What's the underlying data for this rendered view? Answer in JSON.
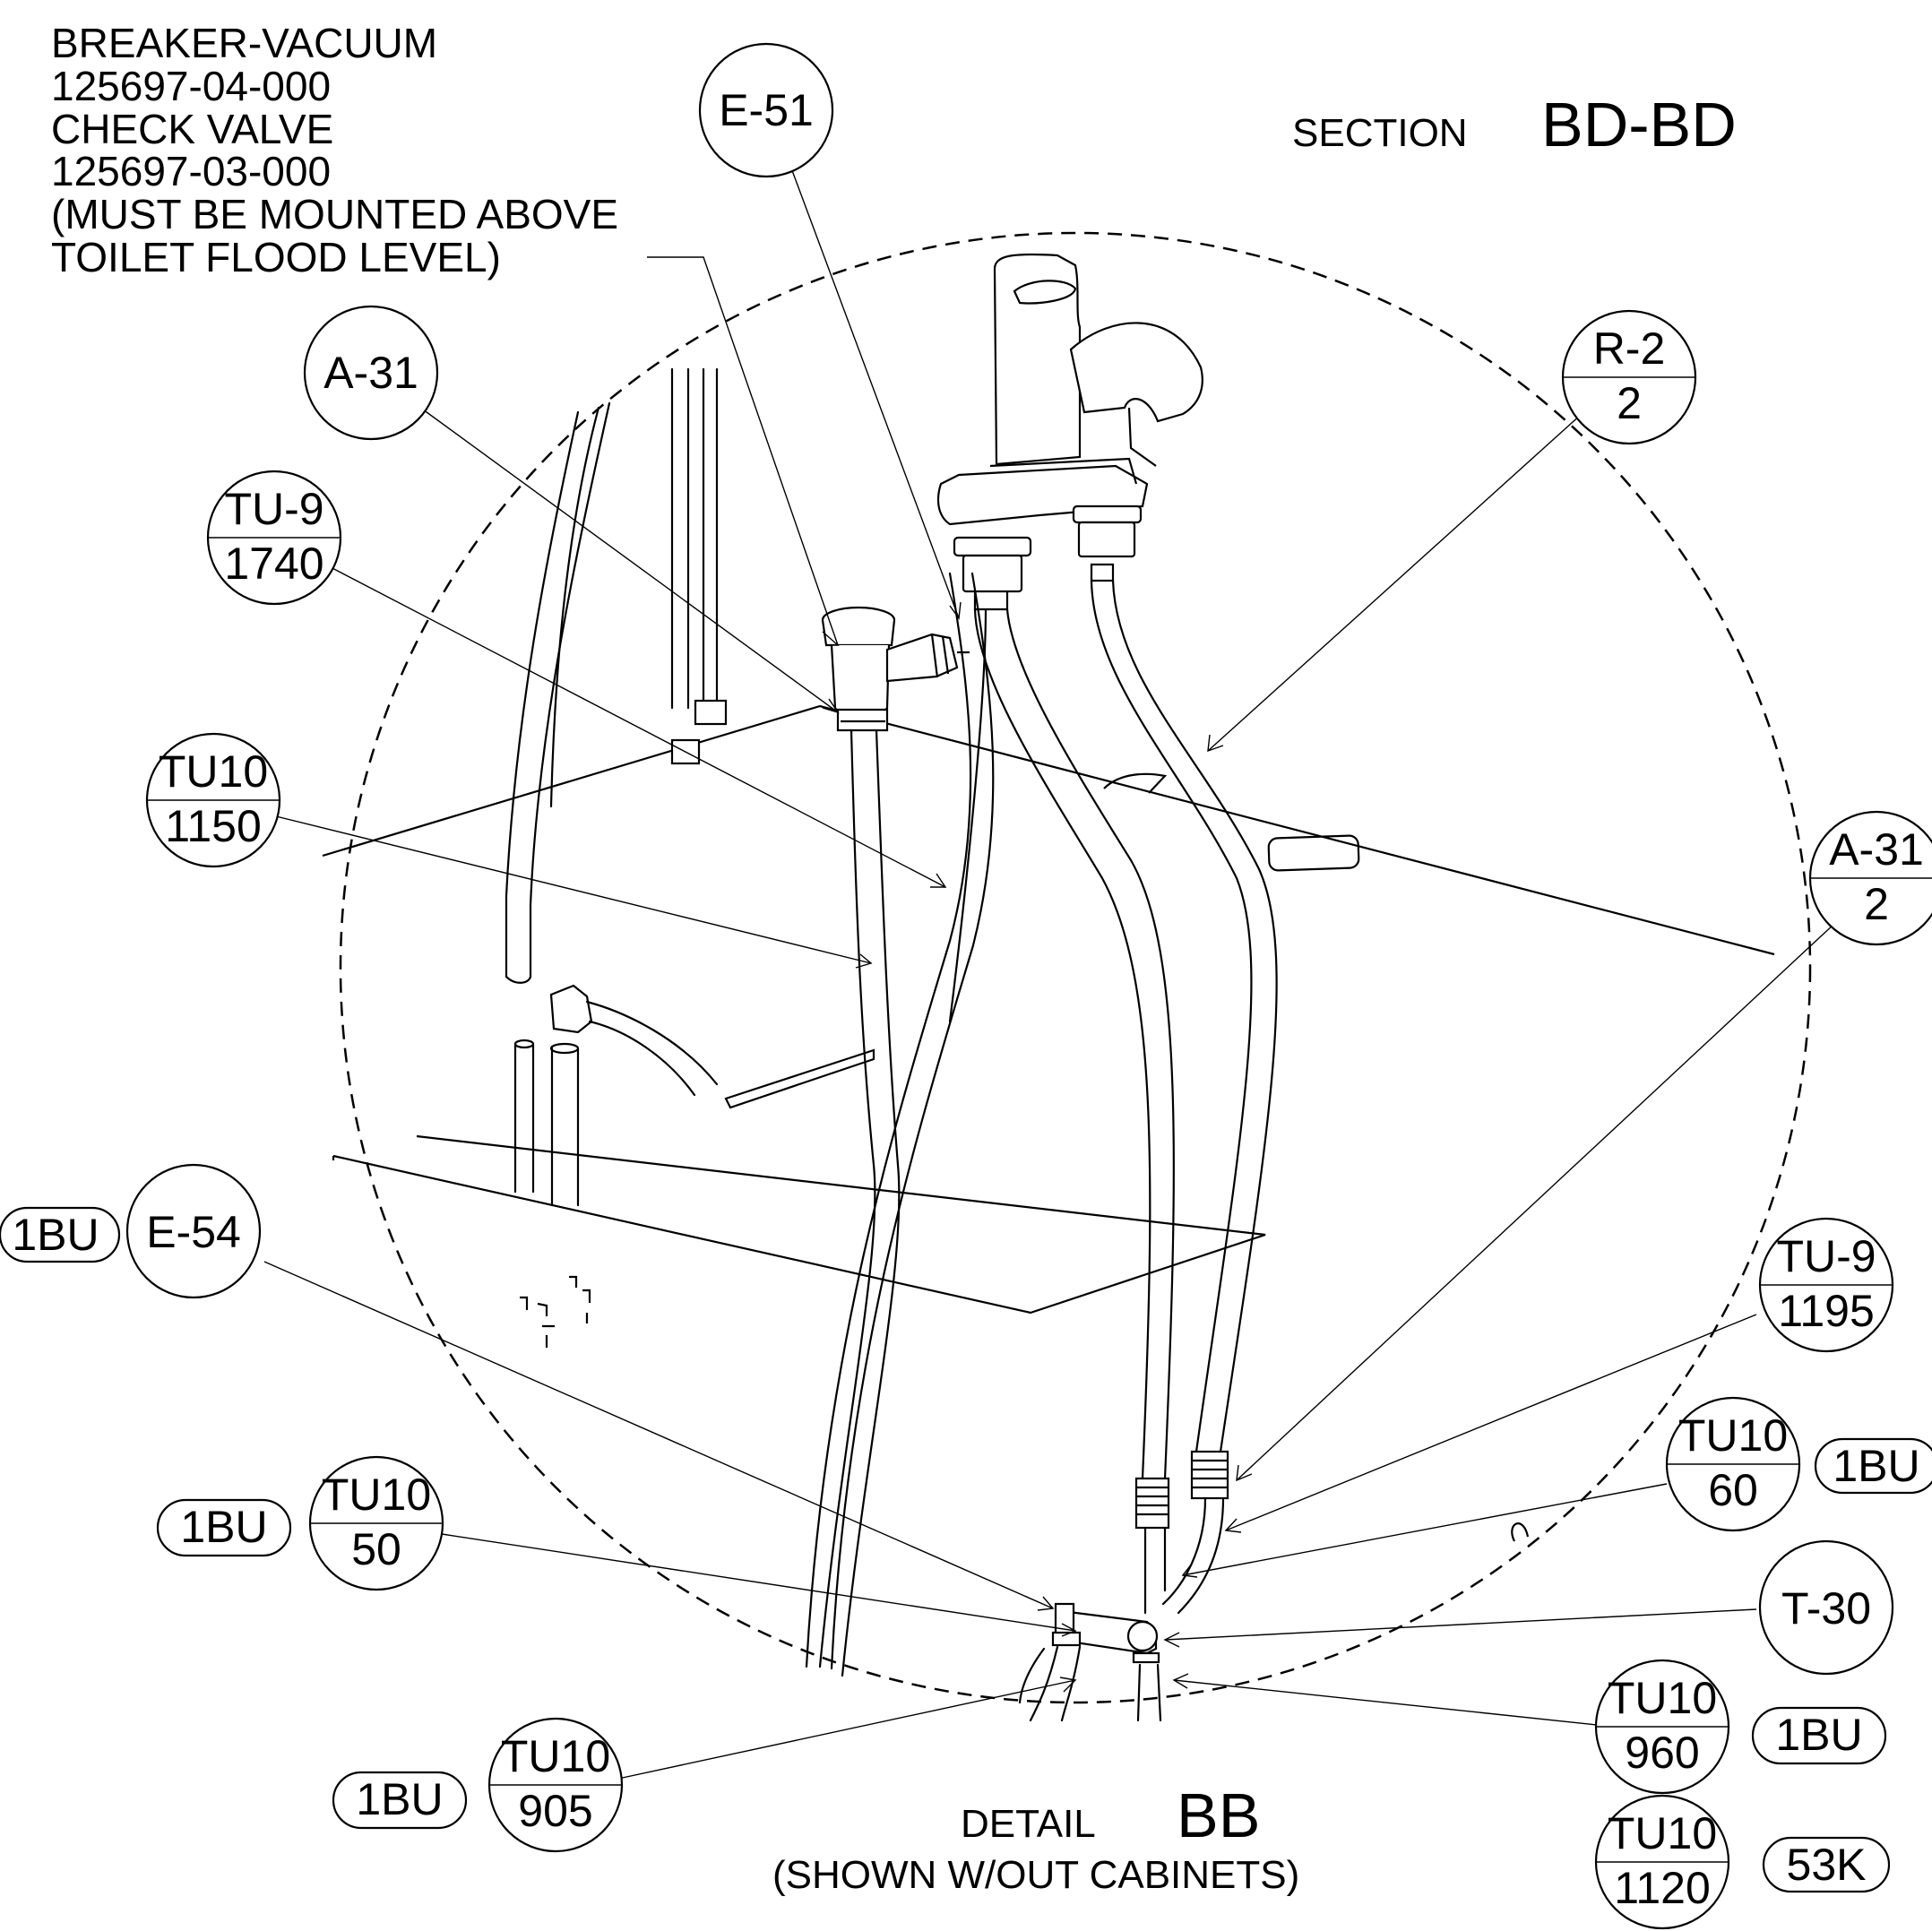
{
  "note": {
    "lines": [
      "BREAKER-VACUUM",
      "125697-04-000",
      "CHECK VALVE",
      "125697-03-000",
      "(MUST BE MOUNTED ABOVE",
      "TOILET FLOOD LEVEL)"
    ]
  },
  "section": {
    "prefix": "SECTION",
    "id": "BD-BD"
  },
  "detail": {
    "prefix": "DETAIL",
    "id": "BB",
    "caption": "(SHOWN W/OUT CABINETS)"
  },
  "balloons": [
    {
      "top": "E-51"
    },
    {
      "top": "A-31"
    },
    {
      "top": "TU-9",
      "bottom": "1740"
    },
    {
      "top": "TU10",
      "bottom": "1150"
    },
    {
      "top": "R-2",
      "bottom": "2"
    },
    {
      "top": "A-31",
      "bottom": "2"
    },
    {
      "top": "E-54"
    },
    {
      "top": "TU-9",
      "bottom": "1195"
    },
    {
      "top": "TU10",
      "bottom": "60"
    },
    {
      "top": "TU10",
      "bottom": "50"
    },
    {
      "top": "T-30"
    },
    {
      "top": "TU10",
      "bottom": "960"
    },
    {
      "top": "TU10",
      "bottom": "905"
    },
    {
      "top": "TU10",
      "bottom": "1120"
    }
  ],
  "tags": [
    "1BU",
    "1BU",
    "1BU",
    "1BU",
    "1BU",
    "53K"
  ]
}
